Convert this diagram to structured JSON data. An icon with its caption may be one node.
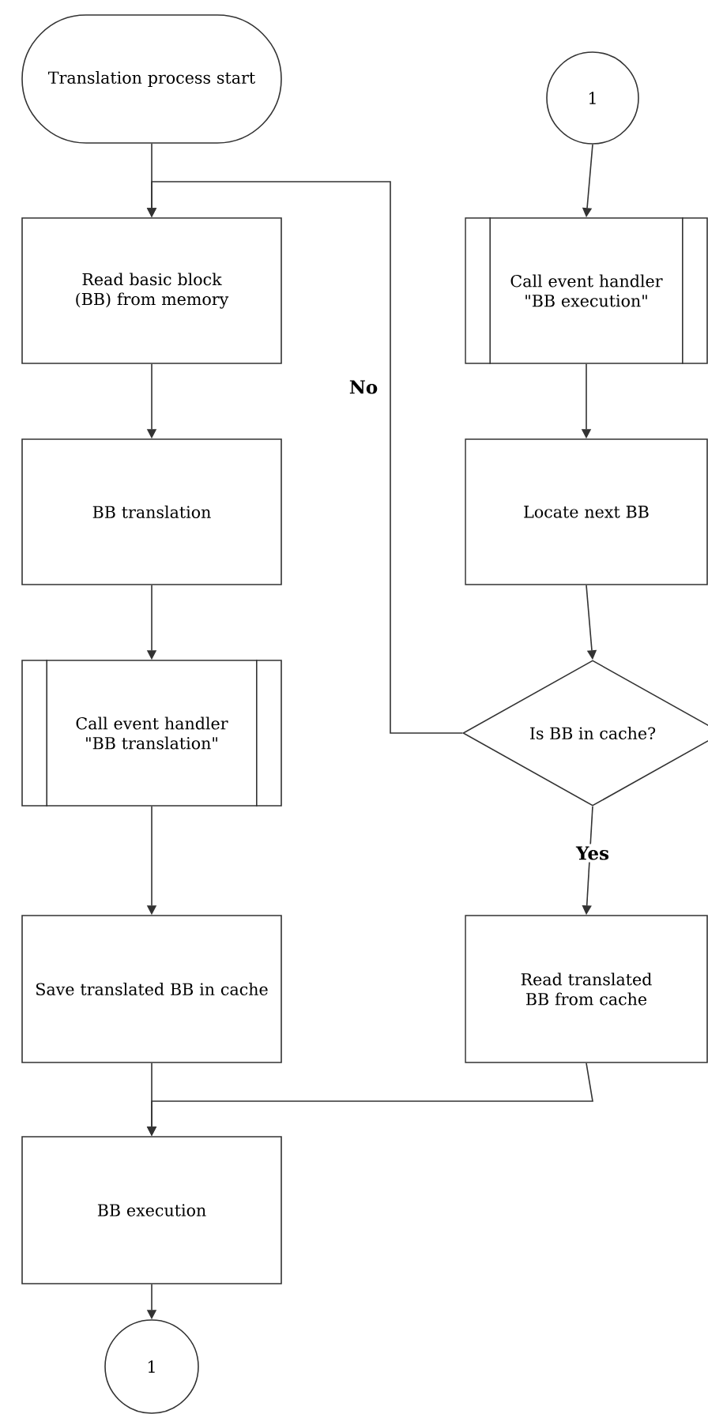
{
  "diagram": {
    "nodes": [
      {
        "text": [
          "Translation process start"
        ]
      },
      {
        "text": [
          "Read basic block (BB) from memory"
        ]
      },
      {
        "text": [
          "BB translation"
        ]
      },
      {
        "text": [
          "Call event handler \"BB translation\""
        ]
      },
      {
        "text": [
          "Save translated BB in cache"
        ]
      },
      {
        "text": [
          "BB execution"
        ]
      },
      {
        "text": [
          "1"
        ]
      },
      {
        "text": [
          "1"
        ]
      },
      {
        "text": [
          "Call event handler \"BB execution\""
        ]
      },
      {
        "text": [
          "Locate next BB"
        ]
      },
      {
        "text": [
          "Is BB in cache?"
        ]
      },
      {
        "text": [
          "Read translated BB from cache"
        ]
      }
    ],
    "edges": [
      {
        "from": 0,
        "to": 1,
        "arrow": "to"
      },
      {
        "from": 1,
        "to": 2,
        "arrow": "to"
      },
      {
        "from": 2,
        "to": 3,
        "arrow": "to"
      },
      {
        "from": 3,
        "to": 4,
        "arrow": "to"
      },
      {
        "from": 4,
        "to": 5,
        "arrow": "to"
      },
      {
        "from": 5,
        "to": 6,
        "arrow": "to"
      },
      {
        "from": 7,
        "to": 8,
        "arrow": "to"
      },
      {
        "from": 8,
        "to": 9,
        "arrow": "to"
      },
      {
        "from": 9,
        "to": 10,
        "arrow": "to"
      },
      {
        "from": 10,
        "to": 1,
        "arrow": "to",
        "label": "No"
      },
      {
        "from": 10,
        "to": 11,
        "arrow": "to",
        "label": "Yes"
      },
      {
        "from": 11,
        "to": 5,
        "arrow": "to"
      }
    ]
  }
}
